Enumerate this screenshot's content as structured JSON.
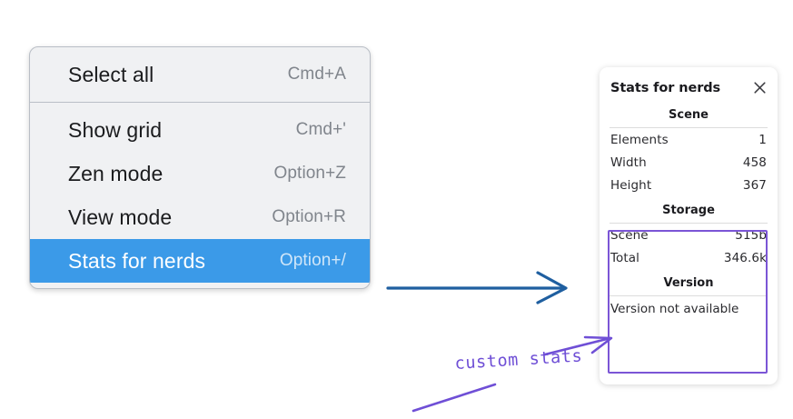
{
  "menu": {
    "groups": [
      {
        "items": [
          {
            "label": "Select all",
            "shortcut": "Cmd+A",
            "selected": false
          }
        ]
      },
      {
        "items": [
          {
            "label": "Show grid",
            "shortcut": "Cmd+'",
            "selected": false
          },
          {
            "label": "Zen mode",
            "shortcut": "Option+Z",
            "selected": false
          },
          {
            "label": "View mode",
            "shortcut": "Option+R",
            "selected": false
          },
          {
            "label": "Stats for nerds",
            "shortcut": "Option+/",
            "selected": true
          }
        ]
      }
    ]
  },
  "stats_panel": {
    "title": "Stats for nerds",
    "close_icon": "close-icon",
    "sections": [
      {
        "heading": "Scene",
        "rows": [
          {
            "key": "Elements",
            "value": "1"
          },
          {
            "key": "Width",
            "value": "458"
          },
          {
            "key": "Height",
            "value": "367"
          }
        ]
      },
      {
        "heading": "Storage",
        "rows": [
          {
            "key": "Scene",
            "value": "515b"
          },
          {
            "key": "Total",
            "value": "346.6k"
          }
        ]
      },
      {
        "heading": "Version",
        "full_row": "Version not available"
      }
    ]
  },
  "annotations": {
    "handwritten_note": "custom stats",
    "note_color": "#6f4fd6",
    "highlight_box_color": "#7b55d6",
    "flow_arrow_color": "#1f5fa0"
  }
}
